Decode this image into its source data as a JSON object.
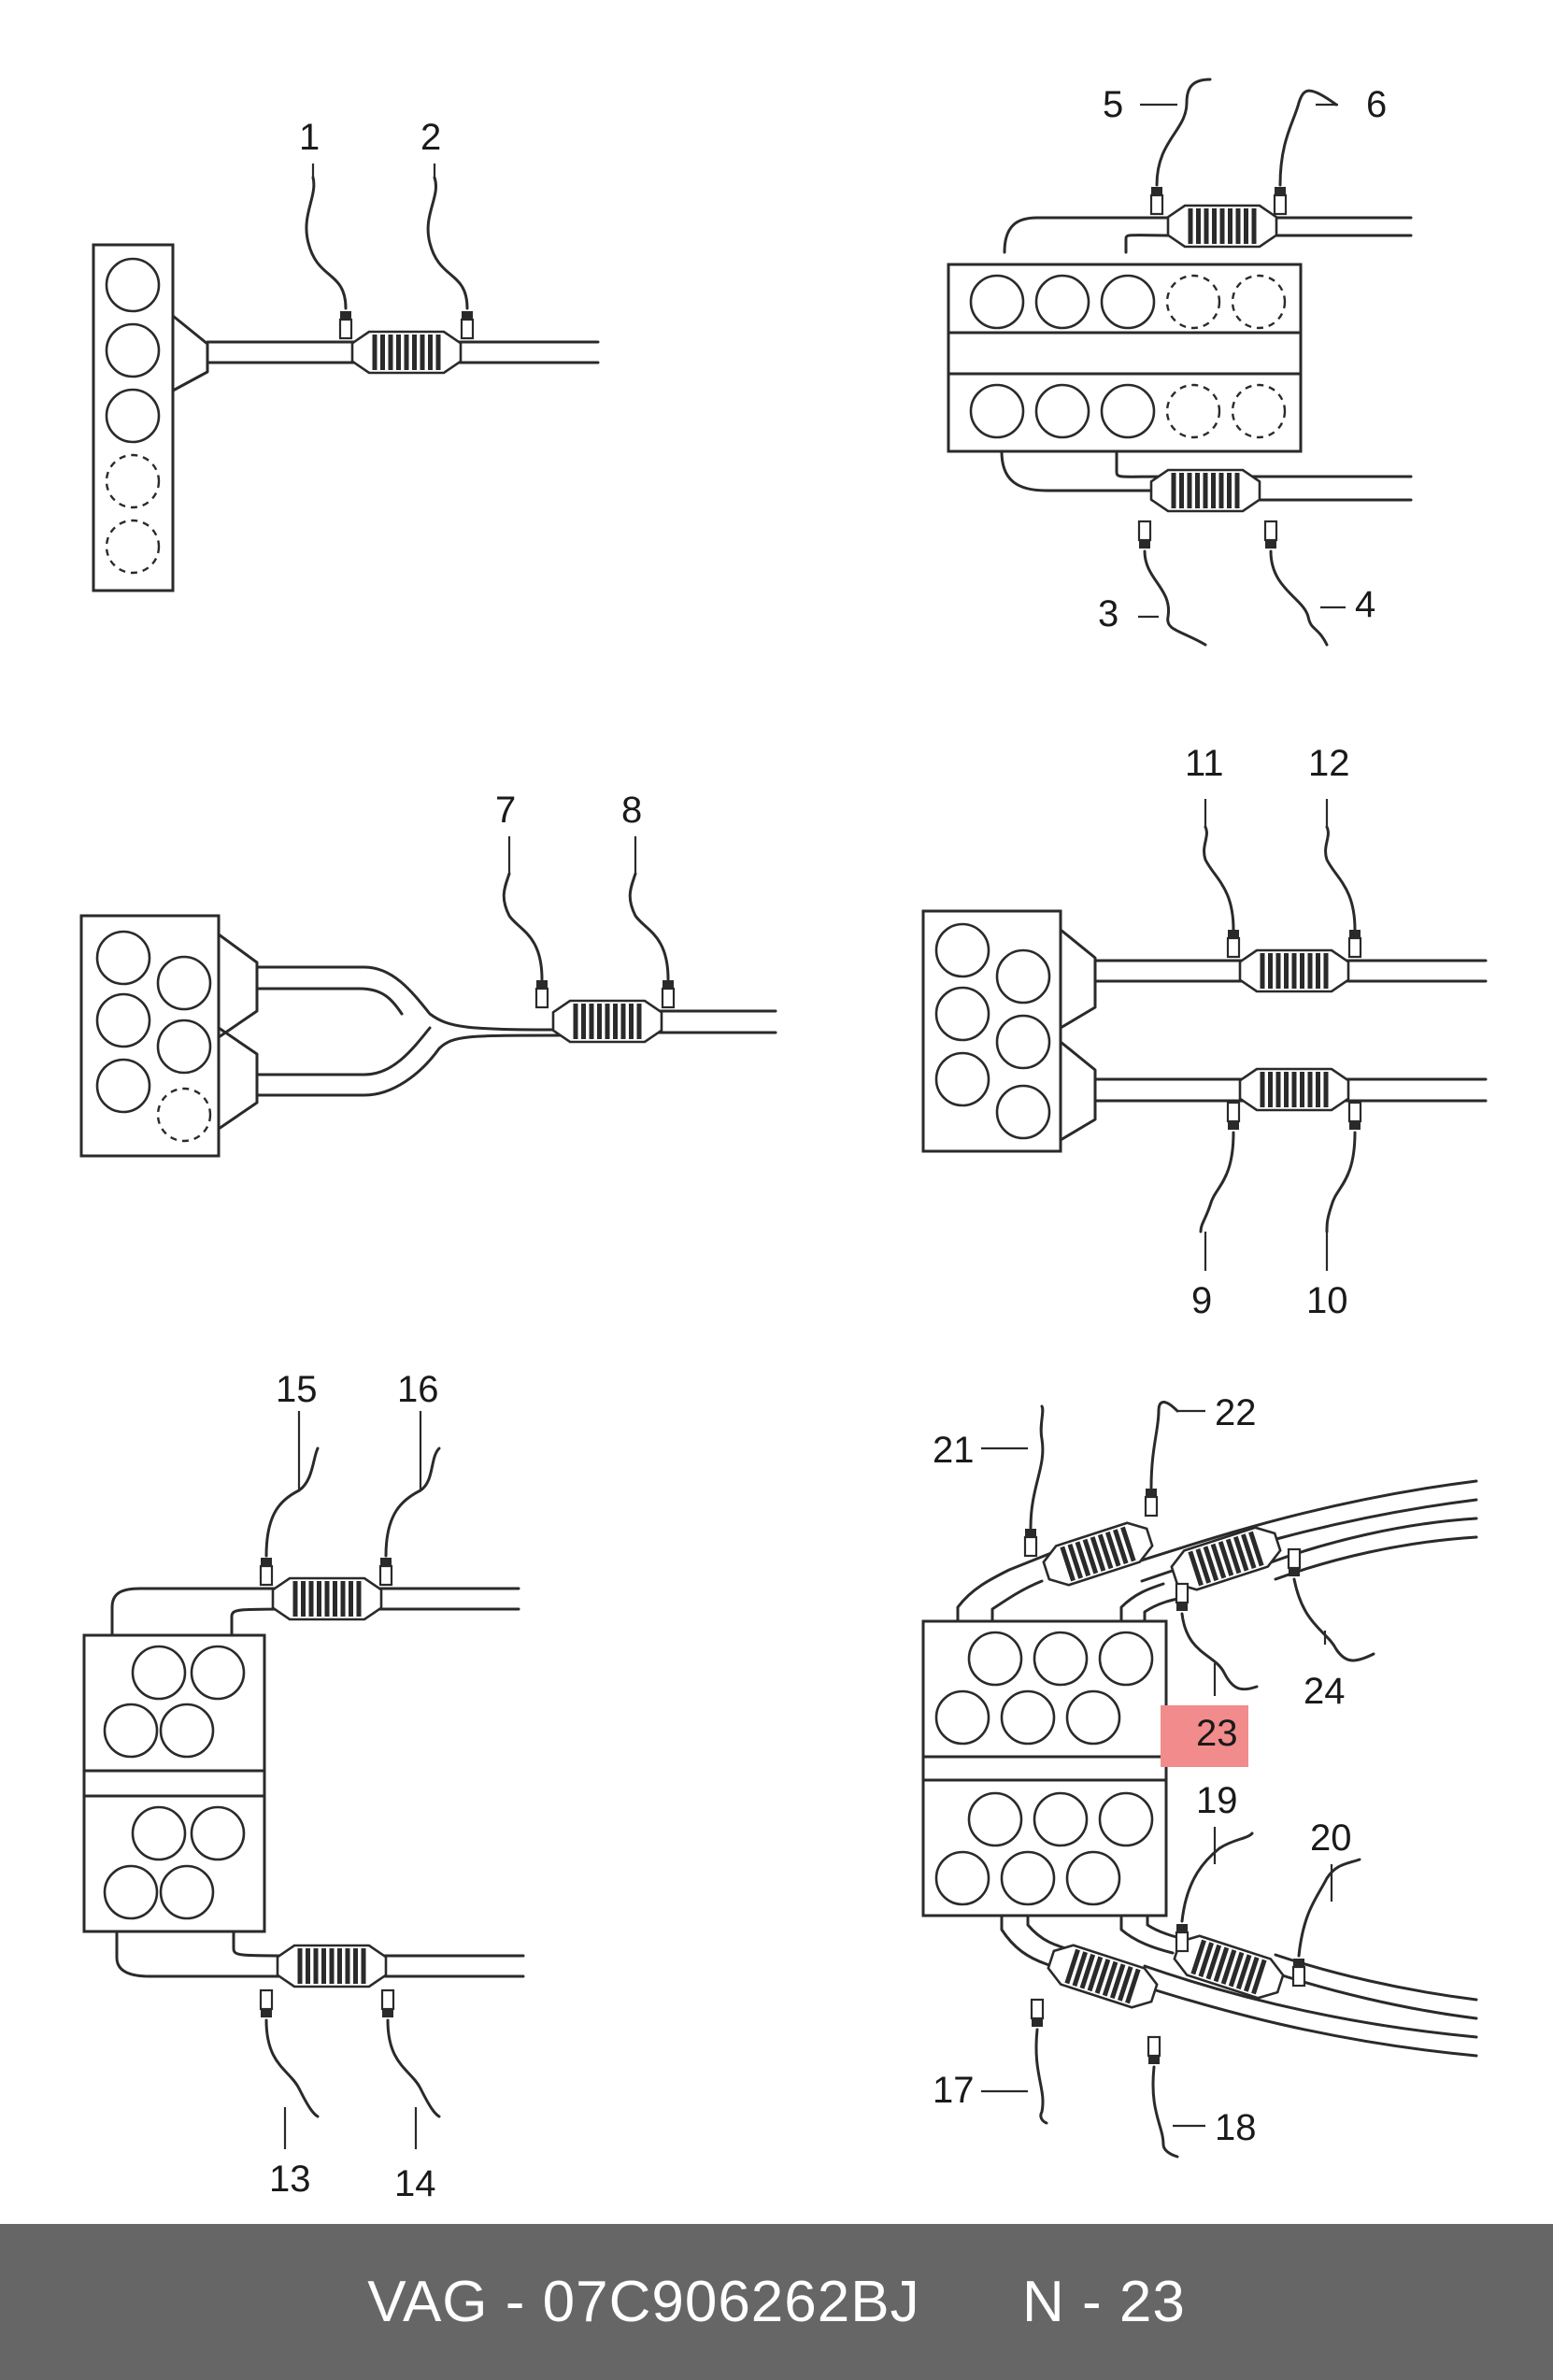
{
  "colors": {
    "highlight": "#f28b8b",
    "footer_bg": "#666666",
    "footer_text": "#ffffff",
    "ink": "#2a2a2a"
  },
  "labels": [
    "1",
    "2",
    "3",
    "4",
    "5",
    "6",
    "7",
    "8",
    "9",
    "10",
    "11",
    "12",
    "13",
    "14",
    "15",
    "16",
    "17",
    "18",
    "19",
    "20",
    "21",
    "22",
    "23",
    "24"
  ],
  "highlighted": "23",
  "footer": {
    "part": "VAG - 07C906262BJ",
    "ref": "N - 23"
  }
}
